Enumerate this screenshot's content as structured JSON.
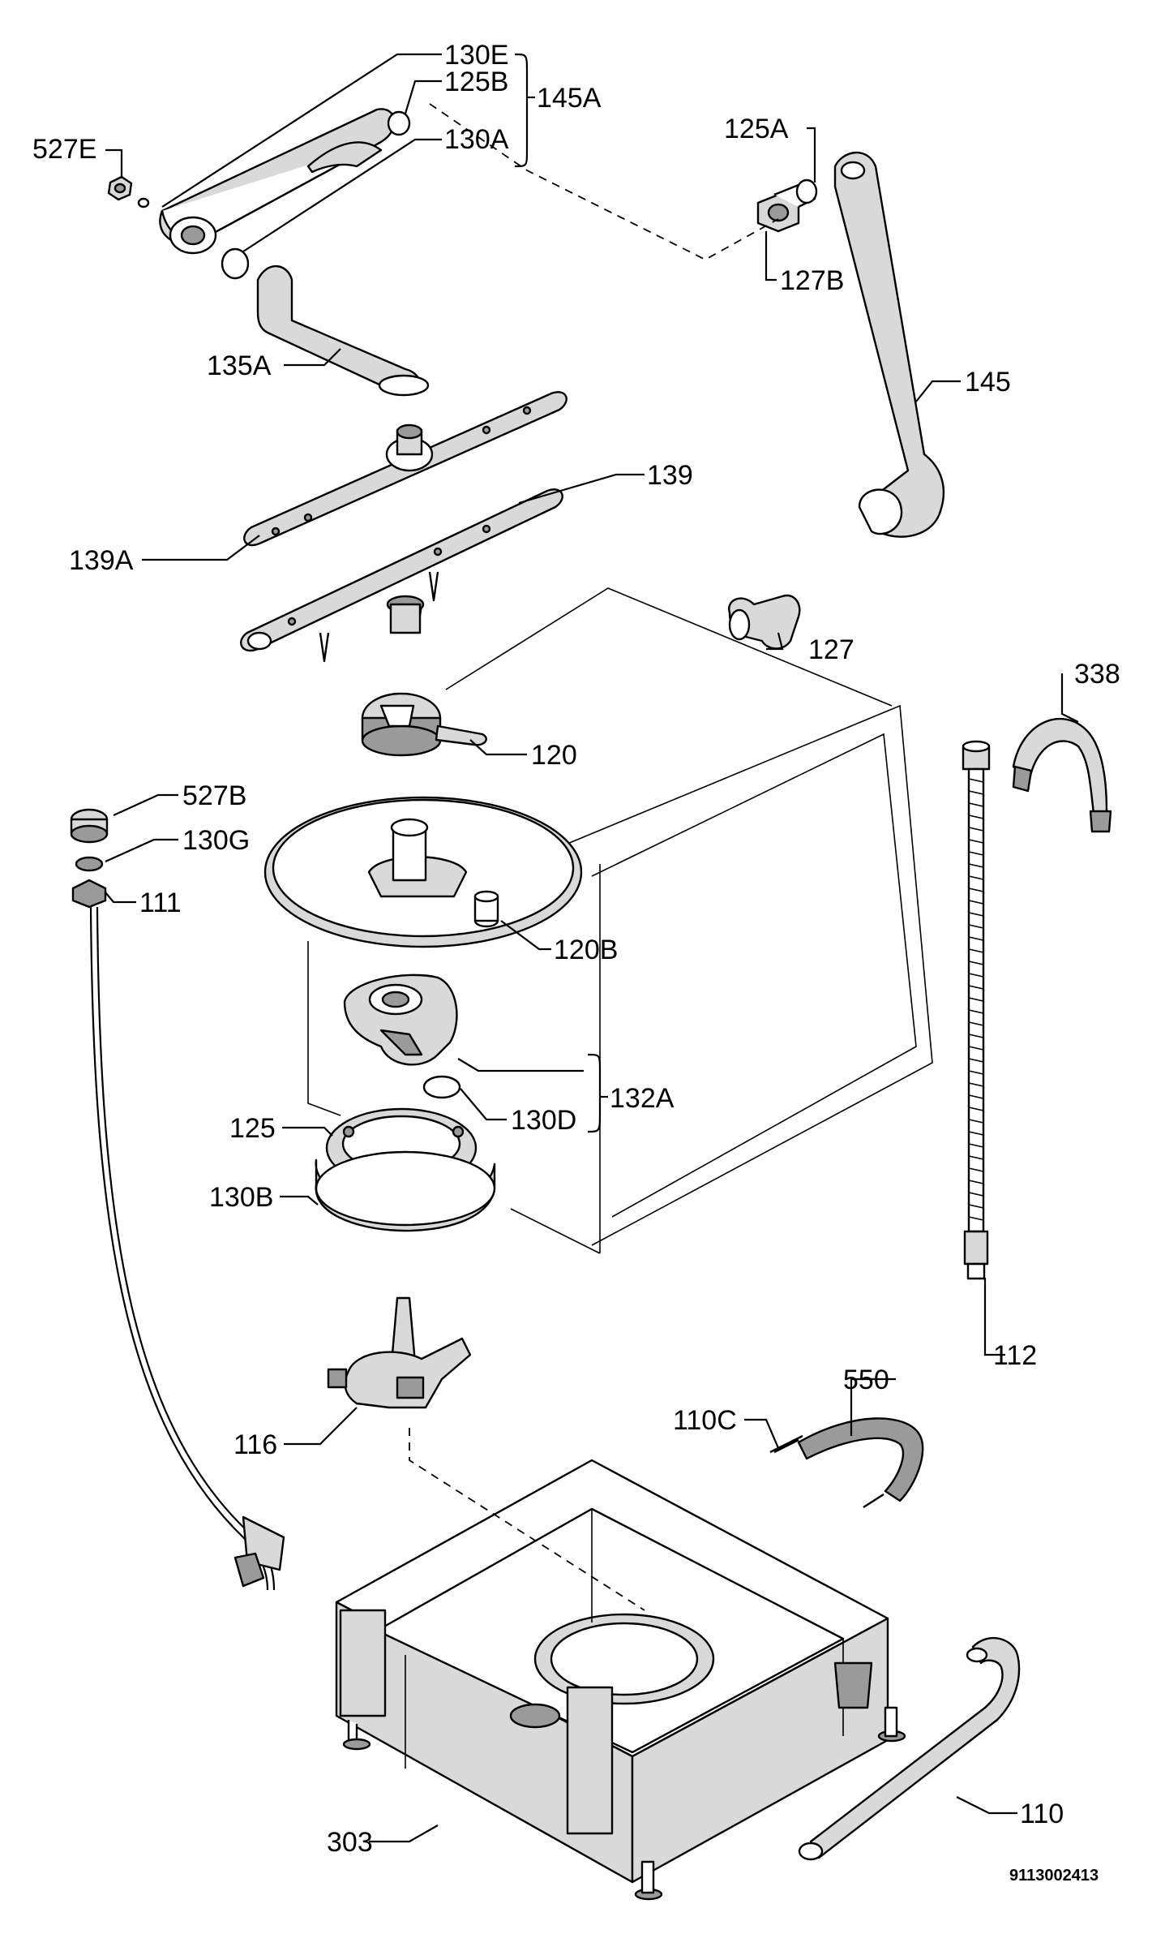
{
  "labels": {
    "l130E": "130E",
    "l125B": "125B",
    "l145A": "145A",
    "l130A": "130A",
    "l527E": "527E",
    "l125A": "125A",
    "l127B": "127B",
    "l135A": "135A",
    "l145": "145",
    "l139": "139",
    "l139A": "139A",
    "l127": "127",
    "l338": "338",
    "l120": "120",
    "l527B": "527B",
    "l130G": "130G",
    "l111": "111",
    "l120B": "120B",
    "l132A": "132A",
    "l130D": "130D",
    "l125": "125",
    "l130B": "130B",
    "l112": "112",
    "l550": "550",
    "l110C": "110C",
    "l116": "116",
    "l303": "303",
    "l110": "110"
  },
  "drawing_code": "9113002413"
}
